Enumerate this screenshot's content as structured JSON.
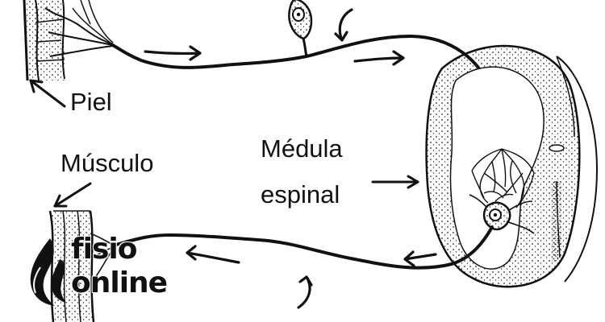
{
  "diagram": {
    "labels": {
      "skin": "Piel",
      "muscle": "Músculo",
      "spinal_cord_line1": "Médula",
      "spinal_cord_line2": "espinal"
    },
    "watermark": {
      "line1": "fisio",
      "line2": "online",
      "icon": "flame-icon"
    },
    "colors": {
      "ink": "#111111",
      "background": "#ffffff"
    }
  }
}
